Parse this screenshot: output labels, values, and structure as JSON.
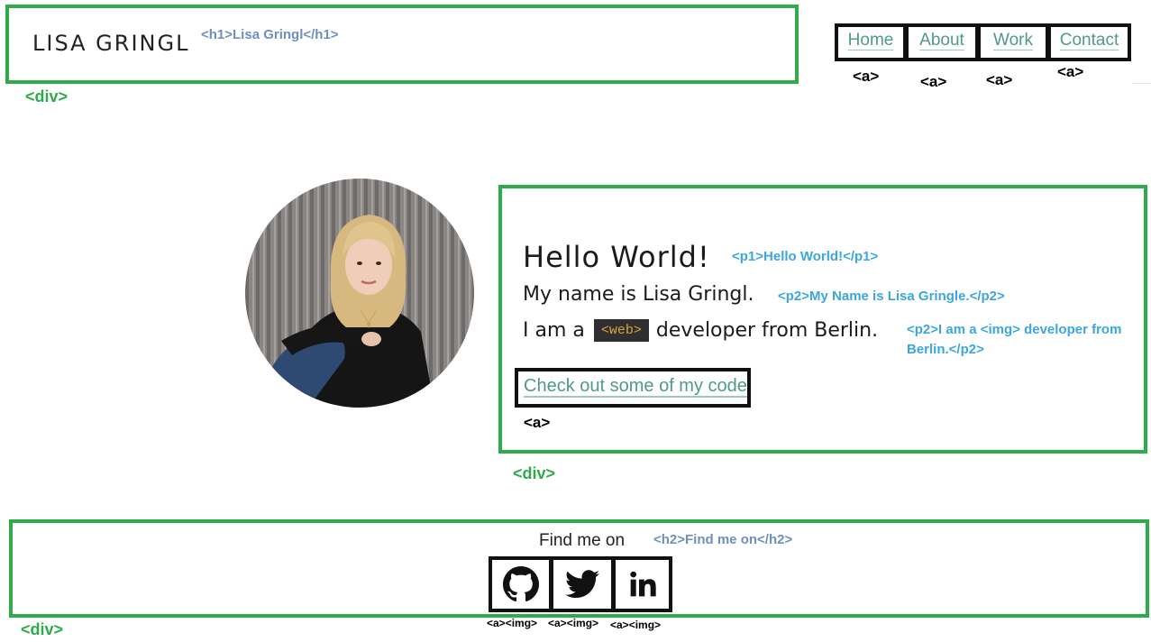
{
  "header": {
    "logo_text": "LISA GRINGL",
    "h1_annotation": "<h1>Lisa Gringl</h1>",
    "div_annotation": "<div>"
  },
  "nav": {
    "items": [
      {
        "label": "Home",
        "tag": "<a>"
      },
      {
        "label": "About",
        "tag": "<a>"
      },
      {
        "label": "Work",
        "tag": "<a>"
      },
      {
        "label": "Contact",
        "tag": "<a>"
      }
    ]
  },
  "intro": {
    "hello": "Hello World!",
    "hello_annotation": "<p1>Hello World!</p1>",
    "name": "My name is Lisa Gringl.",
    "name_annotation": "<p2>My Name is Lisa Gringle.</p2>",
    "iam_prefix": "I am a",
    "web_badge": "<web>",
    "iam_suffix": "developer from Berlin.",
    "iam_annotation_line1": "<p2>I am a <img> developer from",
    "iam_annotation_line2": "Berlin.</p2>",
    "code_link": "Check out some of my code",
    "code_link_tag": "<a>",
    "div_annotation": "<div>"
  },
  "footer": {
    "find_me": "Find me on",
    "h2_annotation": "<h2>Find me on</h2>",
    "social": [
      {
        "icon": "github-icon",
        "tag": "<a><img>"
      },
      {
        "icon": "twitter-icon",
        "tag": "<a><img>"
      },
      {
        "icon": "linkedin-icon",
        "tag": "<a><img>"
      }
    ],
    "div_annotation": "<div>"
  },
  "colors": {
    "annotation_green": "#2fab4c",
    "annotation_blue": "#3ba7de",
    "link_teal": "#4f9a8a"
  }
}
